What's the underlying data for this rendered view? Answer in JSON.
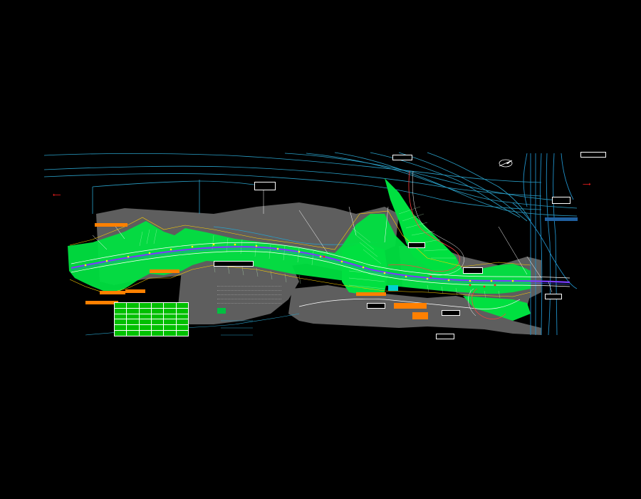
{
  "window": {
    "background": "#000000"
  },
  "drawing": {
    "type": "highway interchange plan (CAD drawing)",
    "colors": {
      "road_centerline": "#8040ff",
      "slope_fill": "#00ff40",
      "terrain_gray": "#6a6a6a",
      "contours": "#2aa0c8",
      "labels_orange": "#ff8000",
      "arrows_red": "#ff2020",
      "existing_road": "#0080c0"
    },
    "text_legible": false
  },
  "icons": {
    "north_arrow": "north-arrow-icon",
    "left_direction": "left-arrow-icon",
    "right_direction": "right-arrow-icon"
  },
  "legend_table": {
    "rows": 6,
    "cols": 6,
    "fill": "#00c000"
  }
}
